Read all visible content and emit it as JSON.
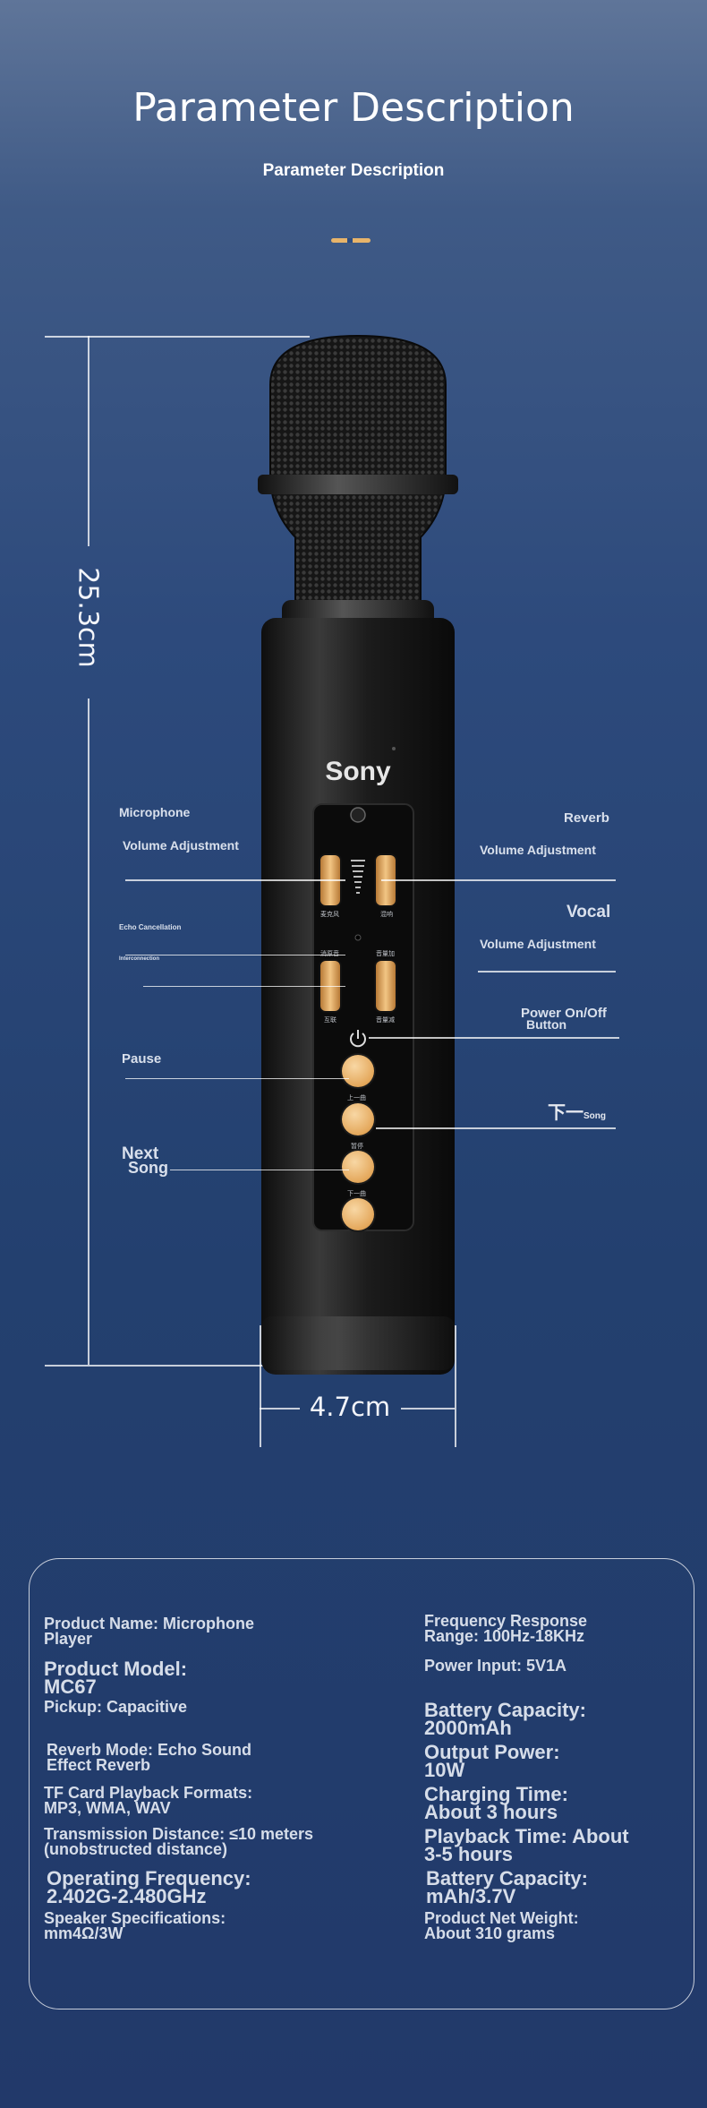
{
  "header": {
    "title": "Parameter Description",
    "subtitle": "Parameter Description"
  },
  "product": {
    "brand": "Sony",
    "height": "25.3cm",
    "width": "4.7cm"
  },
  "callouts": {
    "microphone": "Microphone",
    "mic_volume": "Volume Adjustment",
    "reverb": "Reverb",
    "reverb_volume": "Volume Adjustment",
    "echo_cancellation": "Echo Cancellation",
    "interconnection": "Interconnection",
    "vocal": "Vocal",
    "vocal_volume": "Volume Adjustment",
    "power_line1": "Power On/Off",
    "power_line2": "Button",
    "pause": "Pause",
    "prev_song_prefix": "下一",
    "prev_song_suffix": "Song",
    "next_line1": "Next",
    "next_line2": "Song"
  },
  "controls": {
    "mic_slider": "麦克风",
    "reverb_slider": "混响",
    "echo_label": "消原音",
    "vol_up_label": "音量加",
    "link_label": "互联",
    "vol_down_label": "音量减",
    "prev_label": "上一曲",
    "pause_label": "暂停",
    "next_label": "下一曲"
  },
  "specs": {
    "left": [
      "Product Name: Microphone\n Player",
      "Product Model:\n MC67",
      "Pickup: Capacitive",
      "Reverb Mode: Echo Sound\n Effect Reverb",
      "TF Card Playback Formats:\n MP3, WMA, WAV",
      "Transmission Distance: ≤10 meters\n (unobstructed distance)",
      "Operating Frequency:\n 2.402G-2.480GHz",
      "Speaker Specifications:\n mm4Ω/3W"
    ],
    "right": [
      "Frequency Response\n Range: 100Hz-18KHz",
      "Power Input: 5V1A",
      "Battery Capacity:\n 2000mAh",
      "Output Power:\n 10W",
      "Charging Time:\n About 3 hours",
      "Playback Time: About\n 3-5 hours",
      "Battery Capacity:\n mAh/3.7V",
      "Product Net Weight:\n About 310 grams"
    ]
  }
}
